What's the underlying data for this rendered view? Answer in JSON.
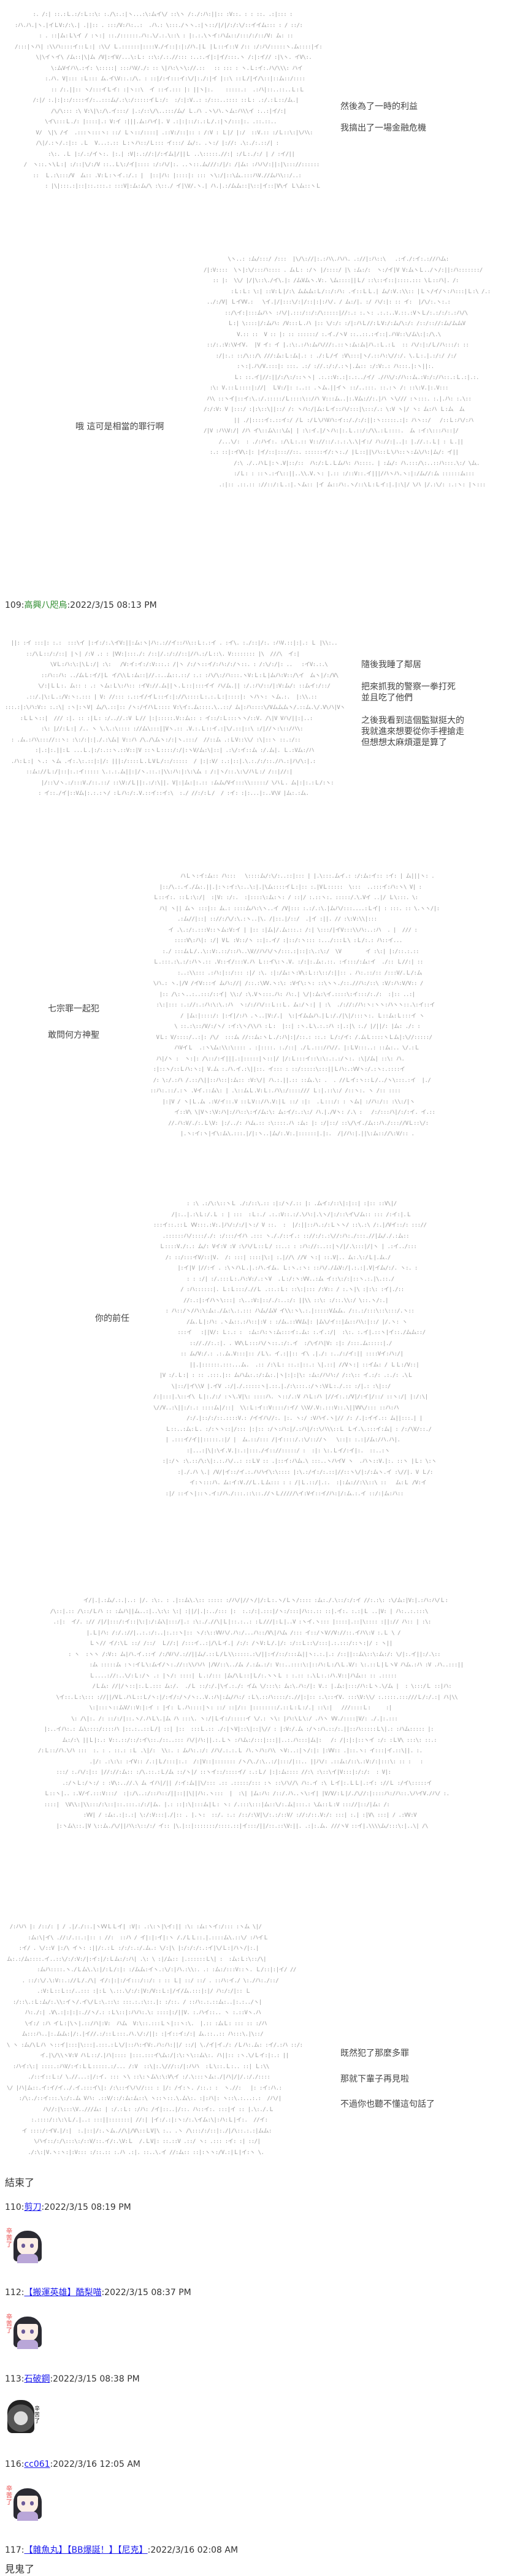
{
  "panels": {
    "p1": [
      "然後為了一時的利益",
      "我搞出了一場金融危機"
    ],
    "p2": [
      "哦 這可是相當的罪行啊"
    ],
    "p3": [
      "隨後我睡了鄰居",
      "把來抓我的警察一拳打死",
      "並且吃了他們",
      "之後我看到這個監獄挺大的",
      "我就進來想要從你手裡搶走",
      "但想想太麻煩還是算了"
    ],
    "p4": [
      "七宗罪一起犯",
      "敢問何方神聖"
    ],
    "p5": [
      "你的前任"
    ],
    "p7": [
      "既然犯了那麼多罪",
      "那就下輩子再見啦",
      "不過你也聽不懂這句話了"
    ],
    "end": "結束了"
  },
  "posts": [
    {
      "num": "109:",
      "name": "高興八咫烏",
      "time": ":2022/3/15 08:13 PM"
    },
    {
      "num": "110:",
      "name": "剪刀",
      "time": ":2022/3/15 08:19 PM",
      "sticker": "辛苦了"
    },
    {
      "num": "112:",
      "name": "【搬運英雄】酷梨喵",
      "time": ":2022/3/15 08:37 PM",
      "sticker": "辛苦了"
    },
    {
      "num": "113:",
      "name": "石破鋼",
      "time": ":2022/3/15 08:38 PM",
      "sticker": "辛苦了"
    },
    {
      "num": "116:",
      "name": "cc061",
      "time": ":2022/3/16 12:05 AM",
      "sticker": "辛苦了"
    },
    {
      "num": "117:",
      "name": "【雜魚丸】【BB爆誕！】【尼克】",
      "time": ":2022/3/16 02:08 AM",
      "body": "見鬼了"
    }
  ],
  "colors": {
    "link": "#1a1aee",
    "name_green": "#2a8a2a"
  }
}
